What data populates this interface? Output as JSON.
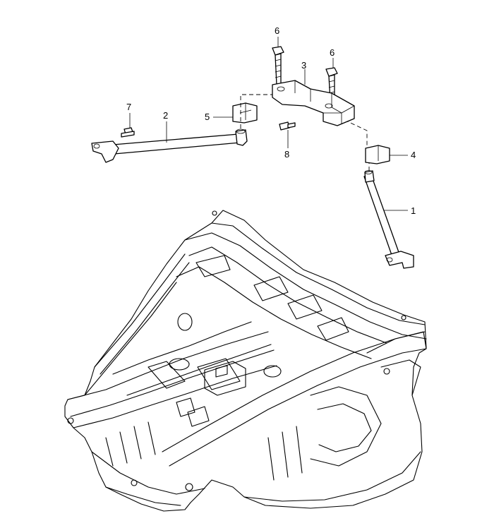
{
  "callouts": {
    "c1": "1",
    "c2": "2",
    "c3": "3",
    "c4": "4",
    "c5": "5",
    "c6a": "6",
    "c6b": "6",
    "c7": "7",
    "c8": "8"
  }
}
